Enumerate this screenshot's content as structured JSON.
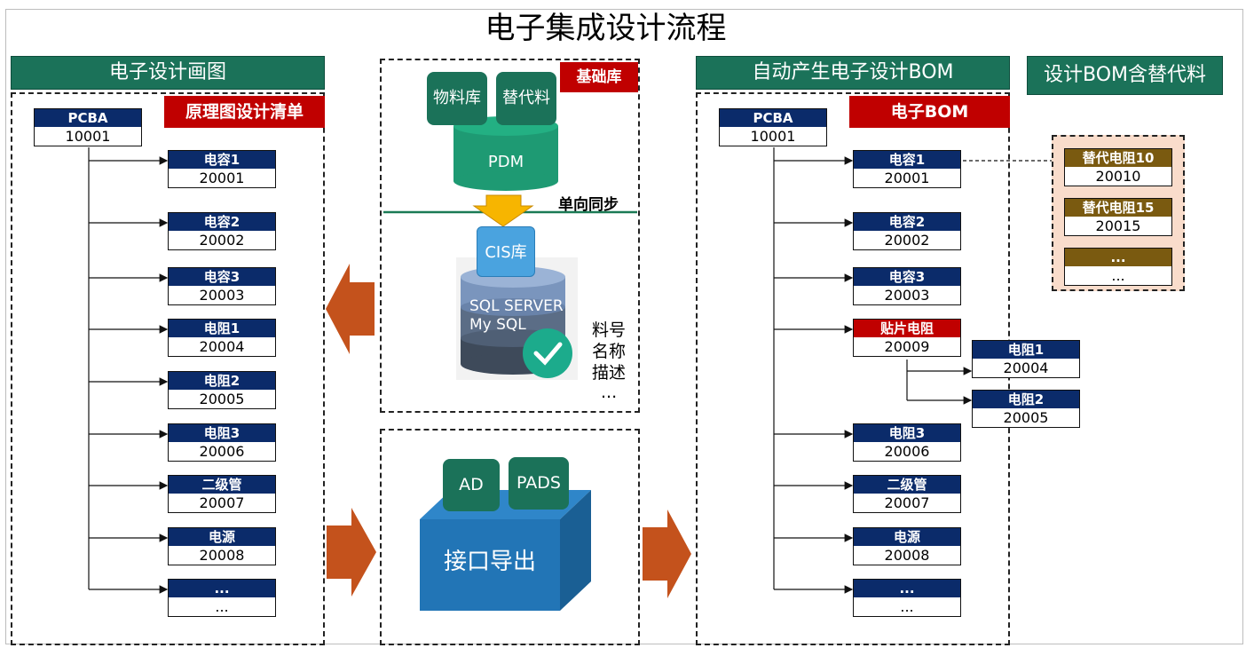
{
  "title": "电子集成设计流程",
  "left_panel": {
    "header": "电子设计画图",
    "label": "原理图设计清单",
    "root": {
      "name": "PCBA",
      "code": "10001"
    },
    "items": [
      {
        "name": "电容1",
        "code": "20001"
      },
      {
        "name": "电容2",
        "code": "20002"
      },
      {
        "name": "电容3",
        "code": "20003"
      },
      {
        "name": "电阻1",
        "code": "20004"
      },
      {
        "name": "电阻2",
        "code": "20005"
      },
      {
        "name": "电阻3",
        "code": "20006"
      },
      {
        "name": "二级管",
        "code": "20007"
      },
      {
        "name": "电源",
        "code": "20008"
      },
      {
        "name": "...",
        "code": "..."
      }
    ]
  },
  "center_top": {
    "label": "基础库",
    "box1": "物料库",
    "box2": "替代料",
    "pdm": "PDM",
    "sync": "单向同步",
    "cis": "CIS库",
    "db_line1": "SQL SERVER",
    "db_line2": "My SQL",
    "fields": [
      "料号",
      "名称",
      "描述",
      "..."
    ]
  },
  "center_bottom": {
    "tool1": "AD",
    "tool2": "PADS",
    "export": "接口导出"
  },
  "right_panel": {
    "header": "自动产生电子设计BOM",
    "header2": "设计BOM含替代料",
    "label": "电子BOM",
    "root": {
      "name": "PCBA",
      "code": "10001"
    },
    "items": [
      {
        "name": "电容1",
        "code": "20001"
      },
      {
        "name": "电容2",
        "code": "20002"
      },
      {
        "name": "电容3",
        "code": "20003"
      },
      {
        "name": "贴片电阻",
        "code": "20009"
      },
      {
        "name": "电阻3",
        "code": "20006"
      },
      {
        "name": "二级管",
        "code": "20007"
      },
      {
        "name": "电源",
        "code": "20008"
      },
      {
        "name": "...",
        "code": "..."
      }
    ],
    "sub_items": [
      {
        "name": "电阻1",
        "code": "20004"
      },
      {
        "name": "电阻2",
        "code": "20005"
      }
    ],
    "alternates": [
      {
        "name": "替代电阻10",
        "code": "20010"
      },
      {
        "name": "替代电阻15",
        "code": "20015"
      },
      {
        "name": "...",
        "code": "..."
      }
    ]
  }
}
